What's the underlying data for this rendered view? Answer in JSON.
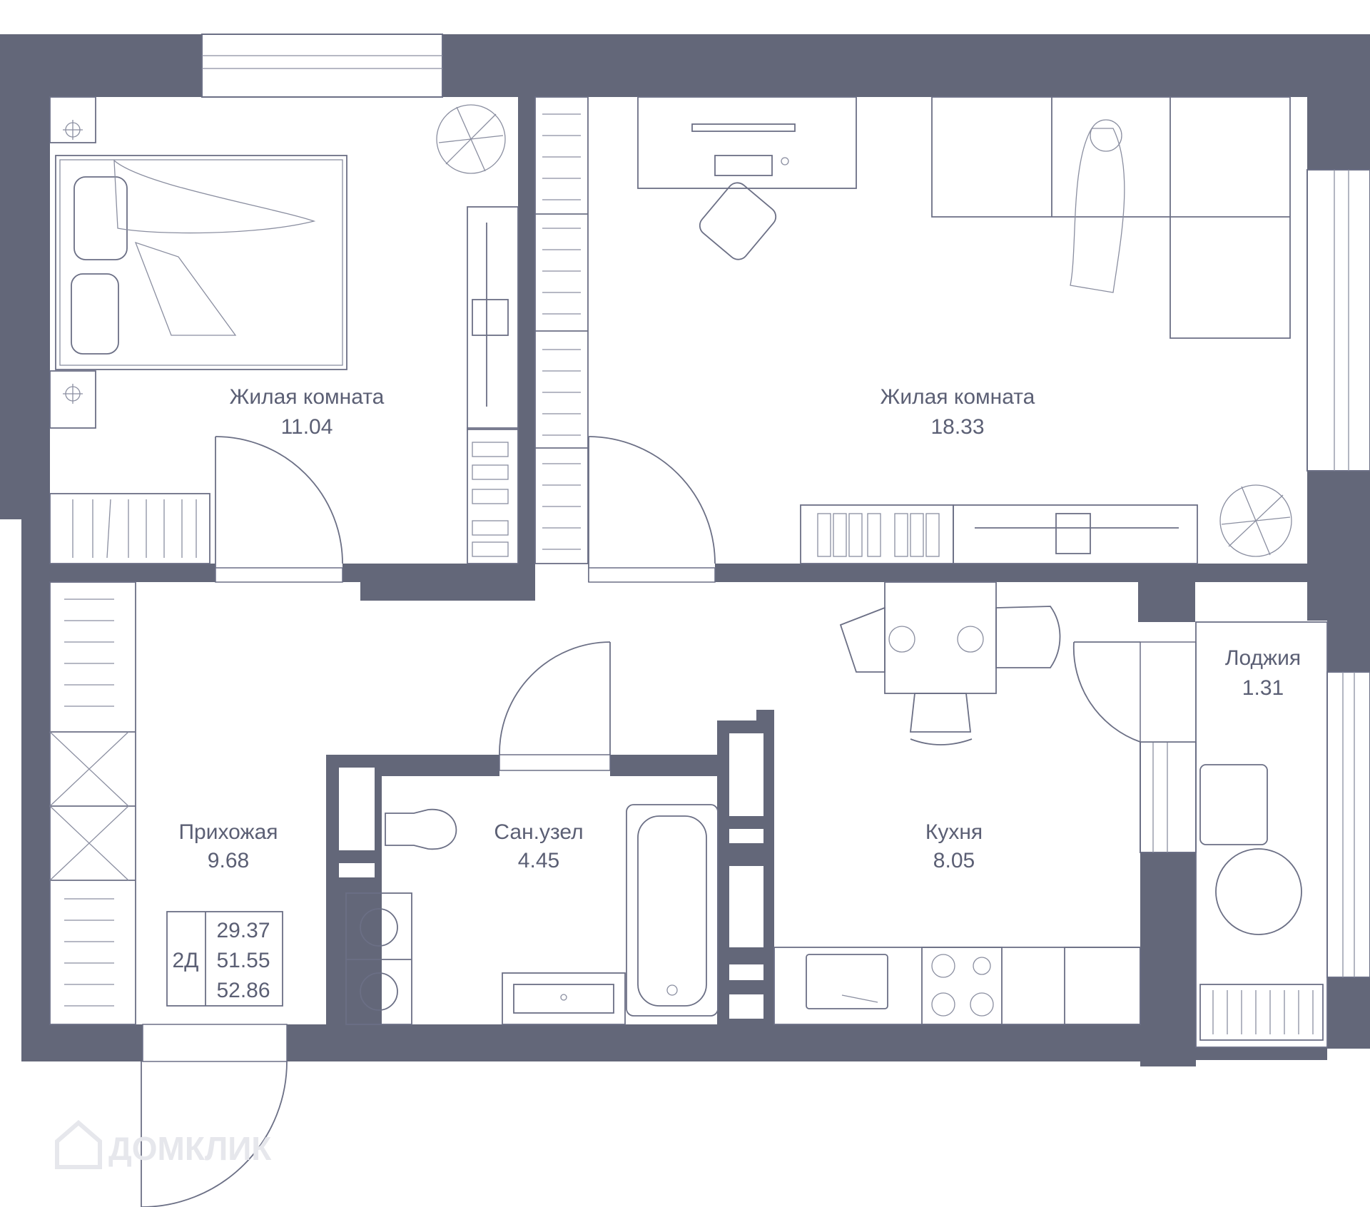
{
  "plan": {
    "colors": {
      "wall": "#636779",
      "line": "#6b6f85",
      "text": "#5b5f74",
      "background": "#ffffff"
    },
    "rooms": [
      {
        "id": "bedroom",
        "name": "Жилая комната",
        "area": "11.04"
      },
      {
        "id": "living",
        "name": "Жилая комната",
        "area": "18.33"
      },
      {
        "id": "hallway",
        "name": "Прихожая",
        "area": "9.68"
      },
      {
        "id": "bathroom",
        "name": "Сан.узел",
        "area": "4.45"
      },
      {
        "id": "kitchen",
        "name": "Кухня",
        "area": "8.05"
      },
      {
        "id": "loggia",
        "name": "Лоджия",
        "area": "1.31"
      }
    ],
    "info_box": {
      "type": "2Д",
      "areas": [
        "29.37",
        "51.55",
        "52.86"
      ]
    },
    "watermark": "ДОМКЛИК"
  }
}
